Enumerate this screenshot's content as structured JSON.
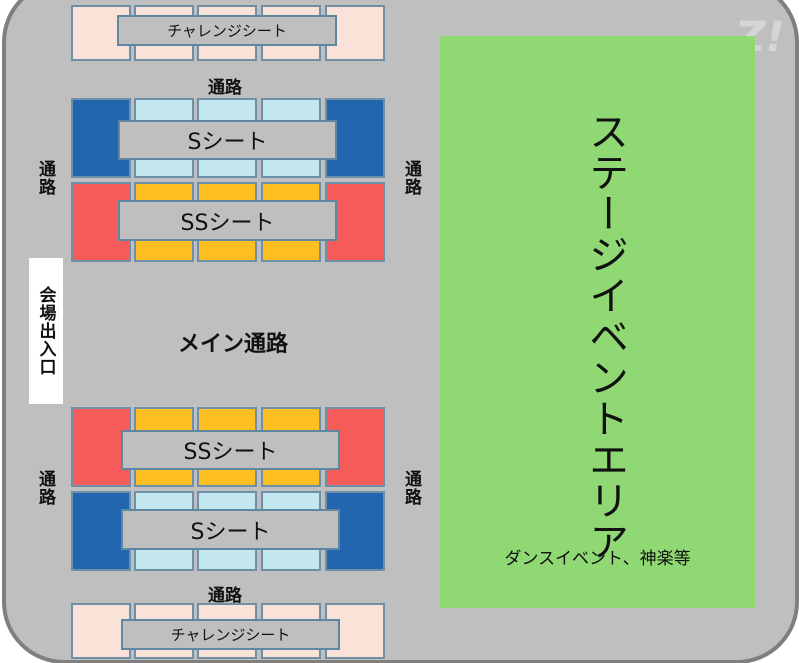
{
  "labels": {
    "challenge_seat": "チャレンジシート",
    "s_seat": "Sシート",
    "ss_seat": "SSシート",
    "aisle": "通路",
    "main_aisle": "メイン通路",
    "entrance": "会場出入口",
    "stage_area": "ステージイベントエリア",
    "stage_note": "ダンスイベント、神楽等",
    "logo": "Z!"
  },
  "colors": {
    "challenge": "#f9e3d9",
    "s_side": "#2166ae",
    "s_center": "#c4e7ef",
    "ss_side": "#f55b59",
    "ss_center": "#fcbe21",
    "stage": "#8fd873",
    "floor": "#bfbfbf"
  }
}
